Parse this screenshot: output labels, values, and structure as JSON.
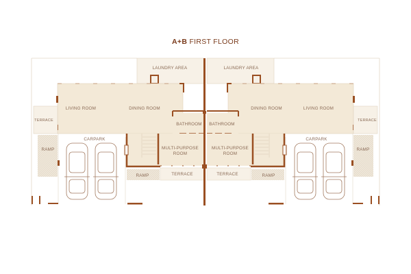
{
  "title": {
    "bold": "A+B",
    "rest": "FIRST FLOOR"
  },
  "colors": {
    "wall": "#9a4f22",
    "room_fill": "#f3e9d7",
    "light_fill": "#f7f1e7",
    "text": "#8a6a55",
    "title": "#7a3b1c"
  },
  "units": [
    {
      "laundry": "LAUNDRY AREA",
      "living": "LIVING ROOM",
      "dining": "DINING ROOM",
      "terrace_side": "TERRACE",
      "ramp_side": "RAMP",
      "carpark": "CARPARK",
      "bathroom": "BATHROOM",
      "multi_1": "MULTI-PURPOSE",
      "multi_2": "ROOM",
      "ramp_bottom": "RAMP",
      "terrace_bottom": "TERRACE"
    },
    {
      "laundry": "LAUNDRY AREA",
      "living": "LIVING ROOM",
      "dining": "DINING ROOM",
      "terrace_side": "TERRACE",
      "ramp_side": "RAMP",
      "carpark": "CARPARK",
      "bathroom": "BATHROOM",
      "multi_1": "MULTI-PURPOSE",
      "multi_2": "ROOM",
      "ramp_bottom": "RAMP",
      "terrace_bottom": "TERRACE"
    }
  ]
}
